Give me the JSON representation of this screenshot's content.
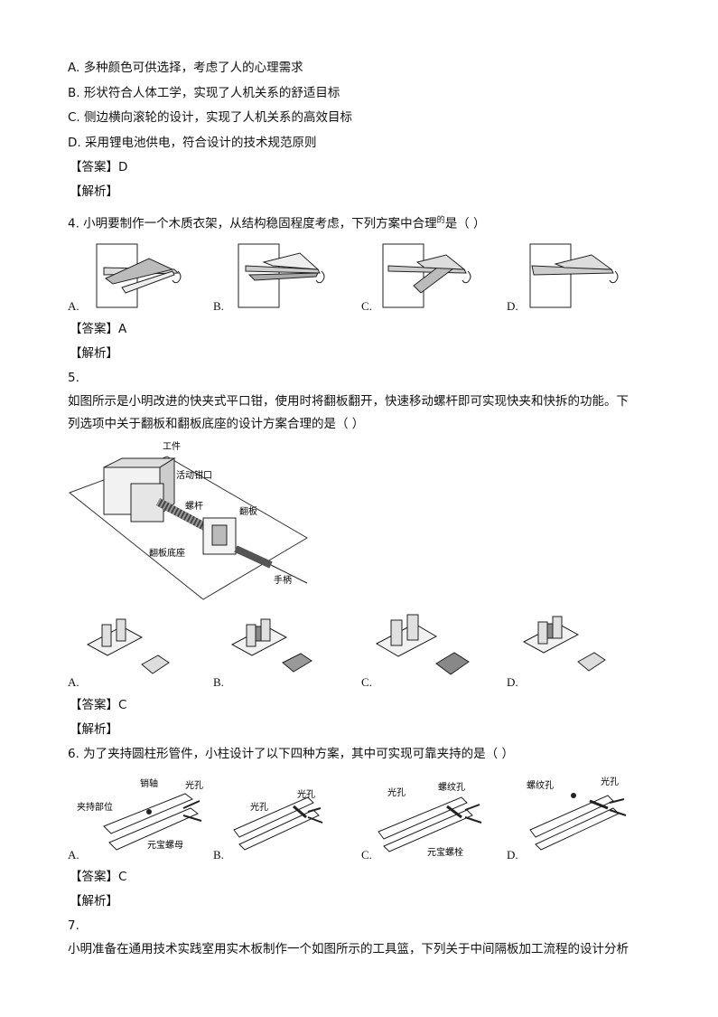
{
  "q3": {
    "options": [
      "A. 多种颜色可供选择，考虑了人的心理需求",
      "B. 形状符合人体工学，实现了人机关系的舒适目标",
      "C. 侧边横向滚轮的设计，实现了人机关系的高效目标",
      "D. 采用锂电池供电，符合设计的技术规范原则"
    ],
    "answer": "【答案】D",
    "analysis": "【解析】"
  },
  "q4": {
    "stem_prefix": "4. 小明要制作一个木质衣架，从结构稳固程度考虑，下列方案中合理",
    "stem_sup": "的",
    "stem_suffix": "是（    ）",
    "labels": [
      "A.",
      "B.",
      "C.",
      "D."
    ],
    "answer": "【答案】A",
    "analysis": "【解析】"
  },
  "q5": {
    "number": "5.",
    "stem_line1": "如图所示是小明改进的快夹式平口钳，使用时将翻板翻开，快速移动螺杆即可实现快夹和快拆的功能。下",
    "stem_line2": "列选项中关于翻板和翻板底座的设计方案合理的是（    ）",
    "figure_labels": {
      "workpiece": "工件",
      "jaw": "活动钳口",
      "screw": "螺杆",
      "flap": "翻板",
      "base": "翻板底座",
      "handle": "手柄"
    },
    "labels": [
      "A.",
      "B.",
      "C.",
      "D."
    ],
    "answer": "【答案】C",
    "analysis": "【解析】"
  },
  "q6": {
    "stem": "6. 为了夹持圆柱形管件，小柱设计了以下四种方案，其中可实现可靠夹持的是（    ）",
    "figA": {
      "clamp": "夹持部位",
      "pin": "销轴",
      "hole": "光孔",
      "nut": "元宝螺母"
    },
    "figB": {
      "hole1": "光孔",
      "hole2": "光孔"
    },
    "figC": {
      "hole": "光孔",
      "thread": "螺纹孔",
      "bolt": "元宝螺栓"
    },
    "figD": {
      "thread": "螺纹孔",
      "hole": "光孔"
    },
    "labels": [
      "A.",
      "B.",
      "C.",
      "D."
    ],
    "answer": "【答案】C",
    "analysis": "【解析】"
  },
  "q7": {
    "number": "7.",
    "stem": "小明准备在通用技术实践室用实木板制作一个如图所示的工具篮，下列关于中间隔板加工流程的设计分析"
  }
}
